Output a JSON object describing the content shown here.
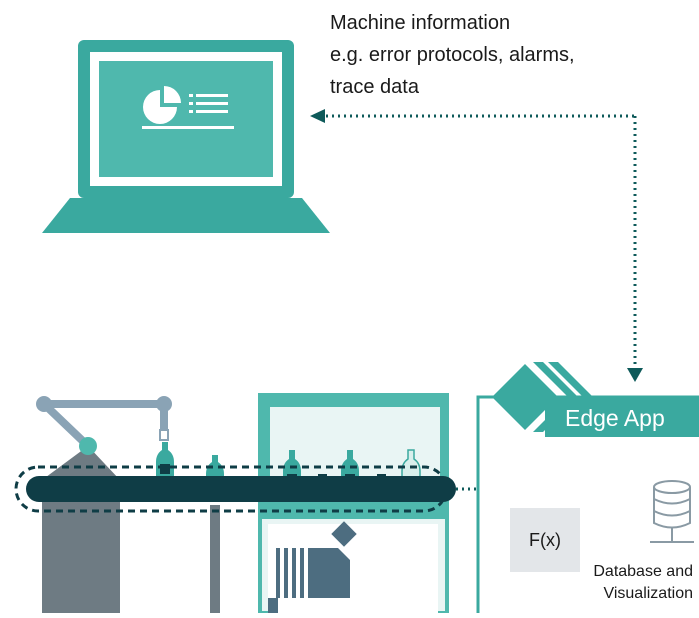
{
  "machine_info": {
    "line1": "Machine information",
    "line2": "e.g. error protocols, alarms,",
    "line3": "trace data"
  },
  "edge_app": {
    "title": "Edge App",
    "function_label": "F(x)",
    "db_label_line1": "Database and",
    "db_label_line2": "Visualization"
  },
  "colors": {
    "teal": "#3aa99f",
    "teal_light": "#4fb8ad",
    "teal_dark": "#0e5a5a",
    "conveyor": "#0f3d46",
    "gray_machine": "#6e7b83",
    "robot_arm": "#8aa3b5",
    "fx_box": "#e3e6e9"
  },
  "icons": [
    "laptop-icon",
    "pie-chart-icon",
    "list-icon",
    "database-icon",
    "bottle-icon",
    "edge-chevrons-icon"
  ]
}
